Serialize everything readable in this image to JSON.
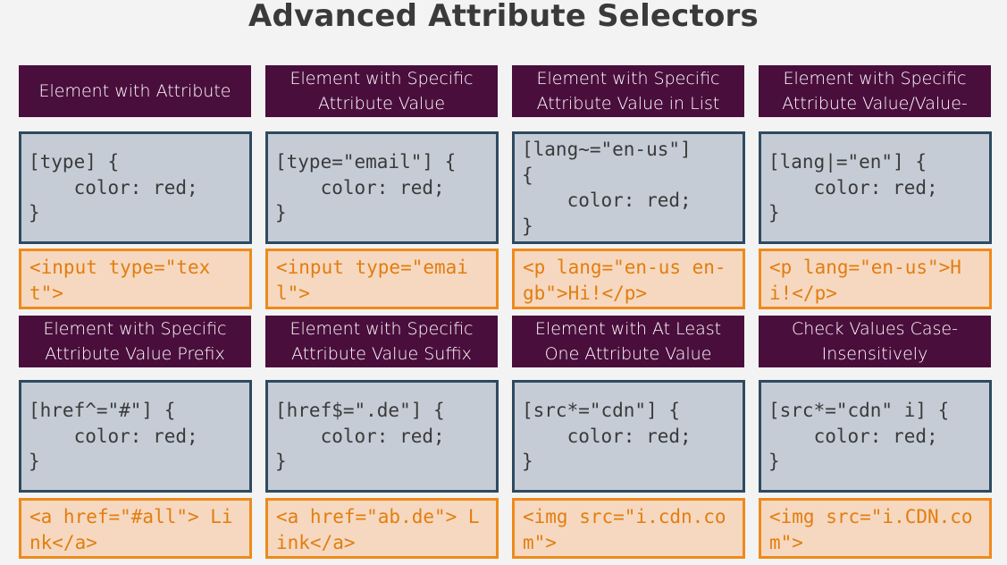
{
  "title": "Advanced Attribute Selectors",
  "cards": [
    {
      "header": "Element with Attribute",
      "code_lines": [
        "[type] {",
        "    color: red;",
        "}"
      ],
      "html": "<input type=\"text\">"
    },
    {
      "header": "Element with Specific Attribute Value",
      "code_lines": [
        "[type=\"email\"] {",
        "    color: red;",
        "}"
      ],
      "html": "<input type=\"email\">"
    },
    {
      "header": "Element with Specific Attribute Value in List",
      "code_lines": [
        "[lang~=\"en-us\"]",
        "{",
        "    color: red;",
        "}"
      ],
      "html": "<p lang=\"en-us en-gb\">Hi!</p>"
    },
    {
      "header": "Element with Specific Attribute Value/Value-",
      "code_lines": [
        "[lang|=\"en\"] {",
        "    color: red;",
        "}"
      ],
      "html": "<p lang=\"en-us\">Hi!</p>"
    },
    {
      "header": "Element with Specific Attribute Value Prefix",
      "code_lines": [
        "[href^=\"#\"] {",
        "    color: red;",
        "}"
      ],
      "html": "<a href=\"#all\"> Link</a>"
    },
    {
      "header": "Element with Specific Attribute Value Suffix",
      "code_lines": [
        "[href$=\".de\"] {",
        "    color: red;",
        "}"
      ],
      "html": "<a href=\"ab.de\"> Link</a>"
    },
    {
      "header": "Element with At Least One Attribute Value",
      "code_lines": [
        "[src*=\"cdn\"] {",
        "    color: red;",
        "}"
      ],
      "html": "<img src=\"i.cdn.com\">"
    },
    {
      "header": "Check Values Case-Insensitively",
      "code_lines": [
        "[src*=\"cdn\" i] {",
        "    color: red;",
        "}"
      ],
      "html": "<img src=\"i.CDN.com\">"
    }
  ]
}
